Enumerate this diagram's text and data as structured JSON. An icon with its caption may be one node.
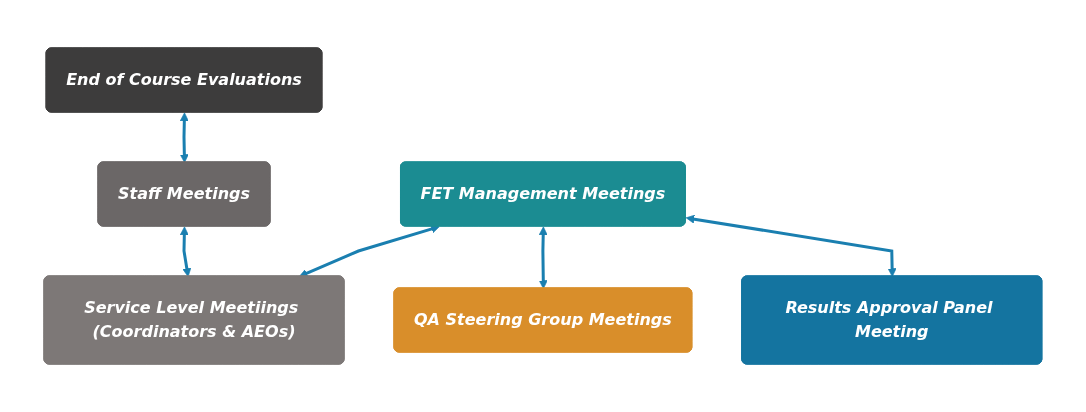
{
  "diagram": {
    "nodes": [
      {
        "text": [
          "FET Management Meetings"
        ]
      },
      {
        "text": [
          "End of Course Evaluations"
        ]
      },
      {
        "text": [
          "Staff Meetings"
        ]
      },
      {
        "text": [
          "Service Level Meetiings (Coordinators & AEOs)"
        ]
      },
      {
        "text": [
          "QA Steering Group Meetings"
        ]
      },
      {
        "text": [
          "Results Approval Panel Meeting"
        ]
      }
    ],
    "edges": [
      {
        "from": 1,
        "to": 2,
        "arrow": "both"
      },
      {
        "from": 2,
        "to": 3,
        "arrow": "both"
      },
      {
        "from": 0,
        "to": 3,
        "arrow": "both"
      },
      {
        "from": 0,
        "to": 4,
        "arrow": "both"
      },
      {
        "from": 0,
        "to": 5,
        "arrow": "both"
      }
    ]
  }
}
